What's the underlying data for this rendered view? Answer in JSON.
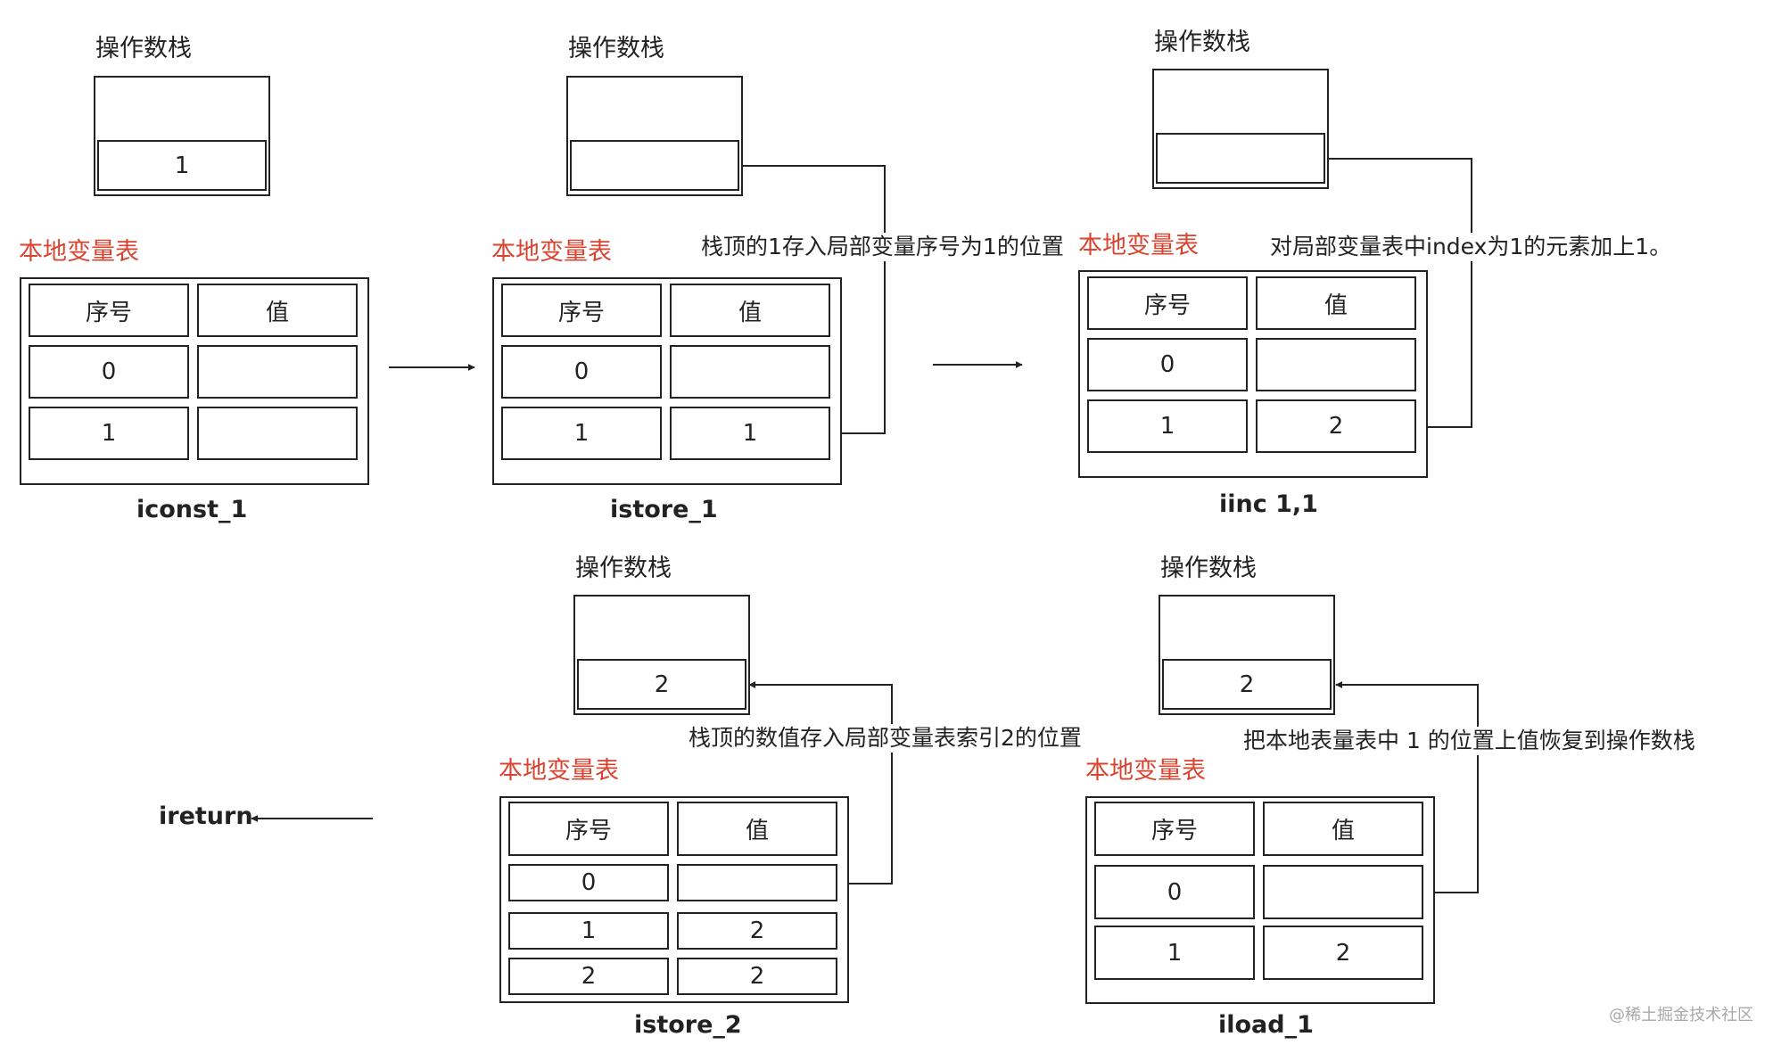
{
  "labels": {
    "stack": "操作数栈",
    "locals": "本地变量表",
    "col_index": "序号",
    "col_value": "值"
  },
  "steps": [
    {
      "instruction": "iconst_1",
      "stack_top": "1",
      "rows": [
        {
          "index": "0",
          "value": ""
        },
        {
          "index": "1",
          "value": ""
        }
      ]
    },
    {
      "instruction": "istore_1",
      "stack_top": "",
      "annotation": "栈顶的1存入局部变量序号为1的位置",
      "rows": [
        {
          "index": "0",
          "value": ""
        },
        {
          "index": "1",
          "value": "1"
        }
      ]
    },
    {
      "instruction": "iinc 1,1",
      "stack_top": "",
      "annotation": "对局部变量表中index为1的元素加上1。",
      "rows": [
        {
          "index": "0",
          "value": ""
        },
        {
          "index": "1",
          "value": "2"
        }
      ]
    },
    {
      "instruction": "istore_2",
      "stack_top": "2",
      "annotation": "栈顶的数值存入局部变量表索引2的位置",
      "rows": [
        {
          "index": "0",
          "value": ""
        },
        {
          "index": "1",
          "value": "2"
        },
        {
          "index": "2",
          "value": "2"
        }
      ]
    },
    {
      "instruction": "iload_1",
      "stack_top": "2",
      "annotation": "把本地表量表中 1 的位置上值恢复到操作数栈",
      "rows": [
        {
          "index": "0",
          "value": ""
        },
        {
          "index": "1",
          "value": "2"
        }
      ]
    },
    {
      "instruction": "ireturn"
    }
  ],
  "watermark": "@稀土掘金技术社区"
}
